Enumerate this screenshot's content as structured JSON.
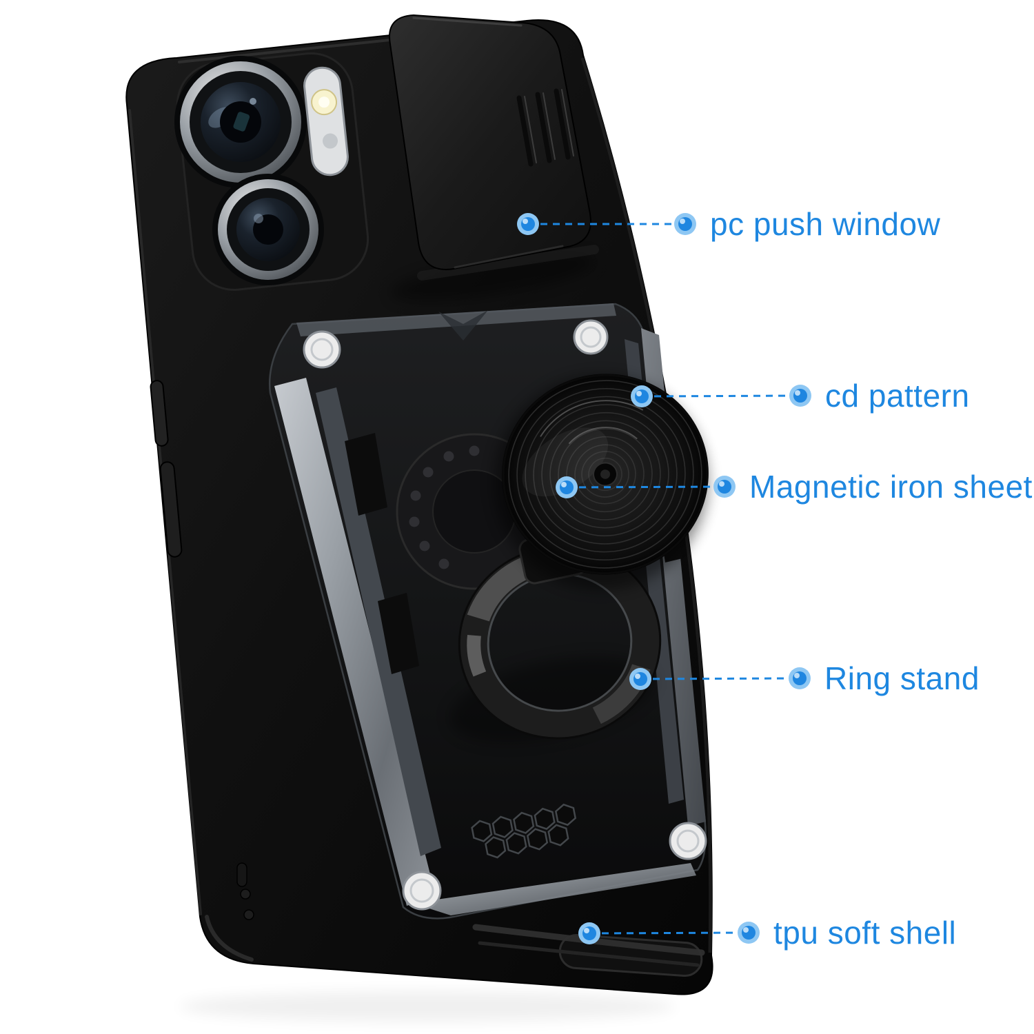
{
  "style": {
    "background": "#ffffff",
    "accent_color": "#1e87e0",
    "dot_core_color": "#1f86e0",
    "dot_halo_color": "#8ec7f3",
    "leader_dash": "10 8",
    "case_color": "#0f0f0f",
    "metal_trim_color": "#9aa0a6"
  },
  "callouts": [
    {
      "id": "pc-push-window",
      "label": "pc push window",
      "target": "camera-slide-cover"
    },
    {
      "id": "cd-pattern",
      "label": "cd pattern",
      "target": "cd-pattern-disc"
    },
    {
      "id": "magnetic-iron-sheet",
      "label": "Magnetic iron sheet",
      "target": "magnetic-iron-sheet-area"
    },
    {
      "id": "ring-stand",
      "label": "Ring stand",
      "target": "ring-stand"
    },
    {
      "id": "tpu-soft-shell",
      "label": "tpu soft shell",
      "target": "tpu-soft-shell-edge"
    }
  ]
}
